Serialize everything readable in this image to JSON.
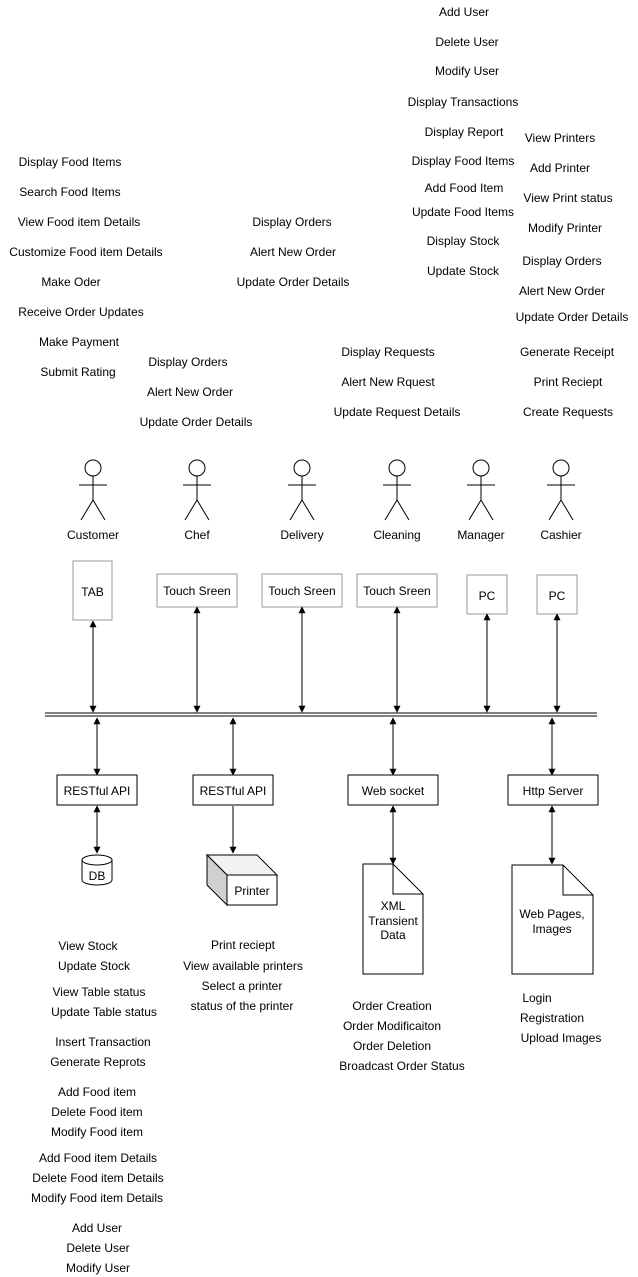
{
  "manager_ops": [
    "Add User",
    "Delete User",
    "Modify User",
    "Display Transactions",
    "Display Report",
    "Display Food Items",
    "Add Food Item",
    "Update Food Items",
    "Display Stock",
    "Update Stock"
  ],
  "cashier_ops": [
    "View Printers",
    "Add Printer",
    "View Print status",
    "Modify Printer",
    "Display Orders",
    "Alert New Order",
    "Update Order Details",
    "Generate Receipt",
    "Print Reciept",
    "Create Requests"
  ],
  "customer_ops": [
    "Display Food Items",
    "Search Food Items",
    "View Food item Details",
    "Customize Food item Details",
    "Make Oder",
    "Receive Order Updates",
    "Make Payment",
    "Submit Rating"
  ],
  "chef_ops": [
    "Display Orders",
    "Alert New Order",
    "Update Order Details"
  ],
  "delivery_ops": [
    "Display Orders",
    "Alert New Order",
    "Update Order Details"
  ],
  "cleaning_ops": [
    "Display Requests",
    "Alert New Rquest",
    "Update Request Details"
  ],
  "actors": [
    "Customer",
    "Chef",
    "Delivery",
    "Cleaning",
    "Manager",
    "Cashier"
  ],
  "devices": [
    "TAB",
    "Touch Sreen",
    "Touch Sreen",
    "Touch Sreen",
    "PC",
    "PC"
  ],
  "services": [
    "RESTful API",
    "RESTful API",
    "Web socket",
    "Http Server"
  ],
  "stores": {
    "db": "DB",
    "printer": "Printer",
    "xml": [
      "XML",
      "Transient",
      "Data"
    ],
    "web": [
      "Web Pages,",
      "Images"
    ]
  },
  "db_ops": [
    "View Stock",
    "Update Stock",
    "View Table status",
    "Update Table status",
    "Insert Transaction",
    "Generate Reprots",
    "Add Food item",
    "Delete Food item",
    "Modify Food item",
    "Add Food item Details",
    "Delete Food item Details",
    "Modify Food item Details",
    "Add User",
    "Delete User",
    "Modify User"
  ],
  "printer_ops": [
    "Print reciept",
    "View available printers",
    "Select a printer",
    "status of the printer"
  ],
  "socket_ops": [
    "Order Creation",
    "Order Modificaiton",
    "Order Deletion",
    "Broadcast Order Status"
  ],
  "http_ops": [
    "Login",
    "Registration",
    "Upload Images"
  ]
}
